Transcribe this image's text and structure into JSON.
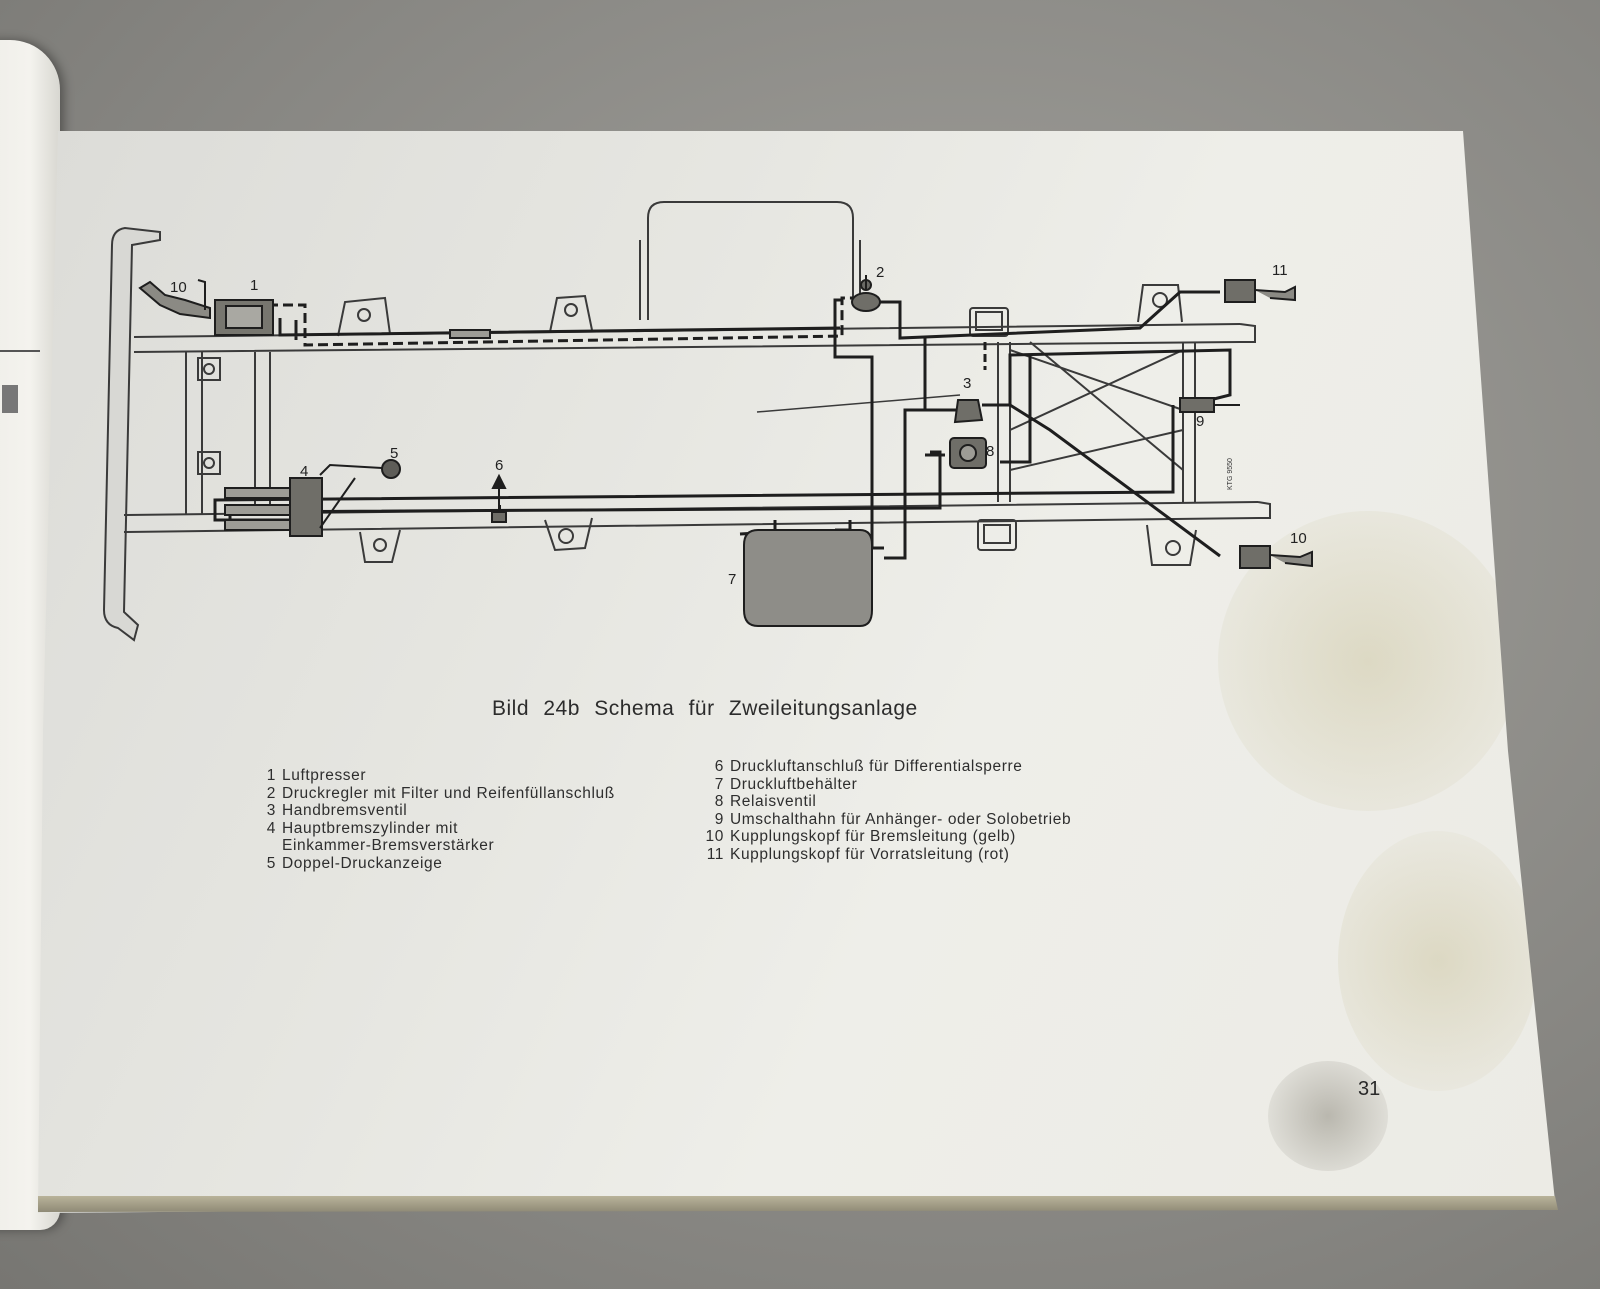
{
  "title": "Bild 24b   Schema  für  Zweileitungsanlage",
  "page_number": "31",
  "drawing_code": "KTG 9550",
  "callouts": {
    "c1": "1",
    "c2": "2",
    "c3": "3",
    "c4": "4",
    "c5": "5",
    "c6": "6",
    "c7": "7",
    "c8": "8",
    "c9": "9",
    "c10_left": "10",
    "c10_right": "10",
    "c11": "11"
  },
  "legend_left": [
    {
      "num": "1",
      "text": "Luftpresser"
    },
    {
      "num": "2",
      "text": "Druckregler mit Filter und Reifenfüllanschluß"
    },
    {
      "num": "3",
      "text": "Handbremsventil"
    },
    {
      "num": "4",
      "text": "Hauptbremszylinder mit"
    },
    {
      "num": "",
      "text": "Einkammer-Bremsverstärker"
    },
    {
      "num": "5",
      "text": "Doppel-Druckanzeige"
    }
  ],
  "legend_right": [
    {
      "num": "6",
      "text": "Druckluftanschluß für Differentialsperre"
    },
    {
      "num": "7",
      "text": "Druckluftbehälter"
    },
    {
      "num": "8",
      "text": "Relaisventil"
    },
    {
      "num": "9",
      "text": "Umschalthahn für Anhänger- oder Solobetrieb"
    },
    {
      "num": "10",
      "text": "Kupplungskopf für Bremsleitung (gelb)"
    },
    {
      "num": "11",
      "text": "Kupplungskopf für Vorratsleitung (rot)"
    }
  ]
}
